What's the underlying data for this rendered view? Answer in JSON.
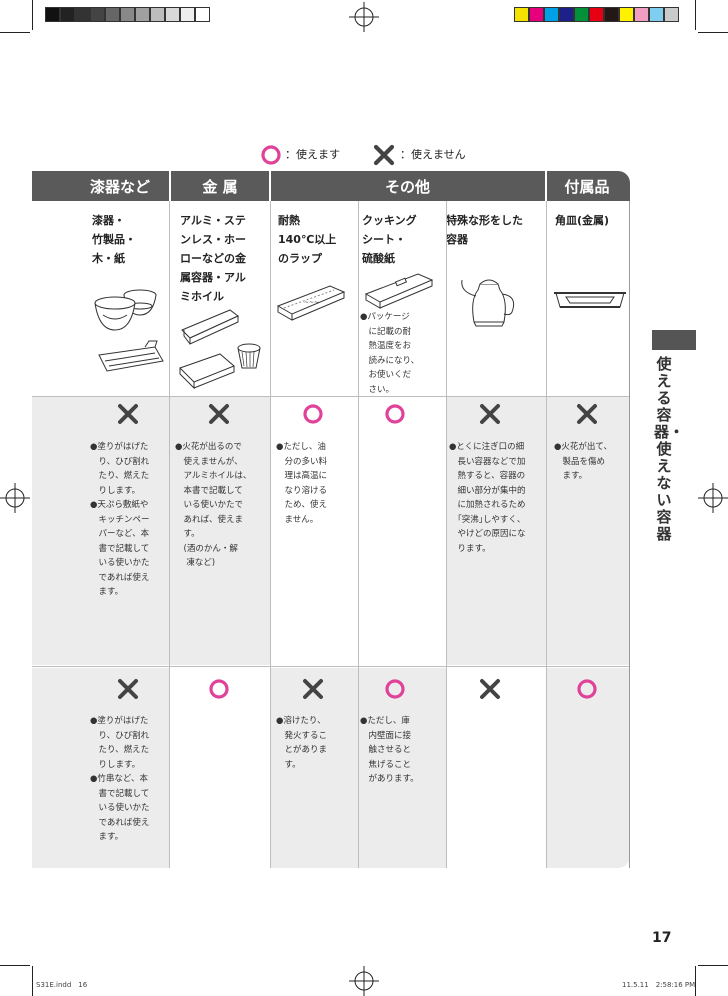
{
  "legend": {
    "ok_label": "：使えます",
    "ng_label": "：使えません"
  },
  "headers": [
    "漆器など",
    "金 属",
    "その他",
    "付属品"
  ],
  "items": [
    {
      "label": [
        "漆器・",
        "竹製品・",
        "木・紙"
      ],
      "note": []
    },
    {
      "label": [
        "アルミ・ステ",
        "ンレス・ホー",
        "ローなどの金",
        "属容器・アル",
        "ミホイル"
      ],
      "note": []
    },
    {
      "label": [
        "耐熱",
        "140℃以上",
        "のラップ"
      ],
      "note": []
    },
    {
      "label": [
        "クッキング",
        "シート・",
        "硫酸紙"
      ],
      "note": [
        "●パッケージ",
        "　に記載の耐",
        "　熱温度をお",
        "　読みになり、",
        "　お使いくだ",
        "　さい。"
      ]
    },
    {
      "label": [
        "特殊な形をした",
        "容器"
      ],
      "note": []
    },
    {
      "label": [
        "角皿(金属)"
      ],
      "note": []
    }
  ],
  "row1": {
    "marks": [
      "ng",
      "ng",
      "ok",
      "ok",
      "ng",
      "ng"
    ],
    "notes": [
      [
        "●塗りがはげた",
        "　り、ひび割れ",
        "　たり、燃えた",
        "　りします。",
        "●天ぷら敷紙や",
        "　キッチンペー",
        "　パーなど、本",
        "　書で記載して",
        "　いる使いかた",
        "　であれば使え",
        "　ます。"
      ],
      [
        "●火花が出るので",
        "　使えませんが、",
        "　アルミホイルは、",
        "　本書で記載して",
        "　いる使いかたで",
        "　あれば、使えま",
        "　す。",
        "　(酒のかん・解",
        "　 凍など)"
      ],
      [
        "●ただし、油",
        "　分の多い料",
        "　理は高温に",
        "　なり溶ける",
        "　ため、使え",
        "　ません。"
      ],
      [],
      [
        "●とくに注ぎ口の細",
        "　長い容器などで加",
        "　熱すると、容器の",
        "　細い部分が集中的",
        "　に加熱されるため",
        "　｢突沸｣しやすく、",
        "　やけどの原因にな",
        "　ります。"
      ],
      [
        "●火花が出て、",
        "　製品を傷め",
        "　ます。"
      ]
    ]
  },
  "row2": {
    "marks": [
      "ng",
      "ok",
      "ng",
      "ok",
      "ng",
      "ok"
    ],
    "notes": [
      [
        "●塗りがはげた",
        "　り、ひび割れ",
        "　たり、燃えた",
        "　りします。",
        "●竹串など、本",
        "　書で記載して",
        "　いる使いかた",
        "　であれば使え",
        "　ます。"
      ],
      [],
      [
        "●溶けたり、",
        "　発火するこ",
        "　とがありま",
        "　す。"
      ],
      [
        "●ただし、庫",
        "　内壁面に接",
        "　触させると",
        "　焦げること",
        "　があります。"
      ],
      [],
      []
    ]
  },
  "side_title": "使える容器・使えない容器",
  "page_number": "17",
  "footer": {
    "left": "S31E.indd　16",
    "right": "11.5.11　2:58:16 PM"
  },
  "colors": {
    "ok": "#e0429a",
    "ng": "#444444",
    "header": "#5a5a5a",
    "row_bg": "#ececec"
  }
}
